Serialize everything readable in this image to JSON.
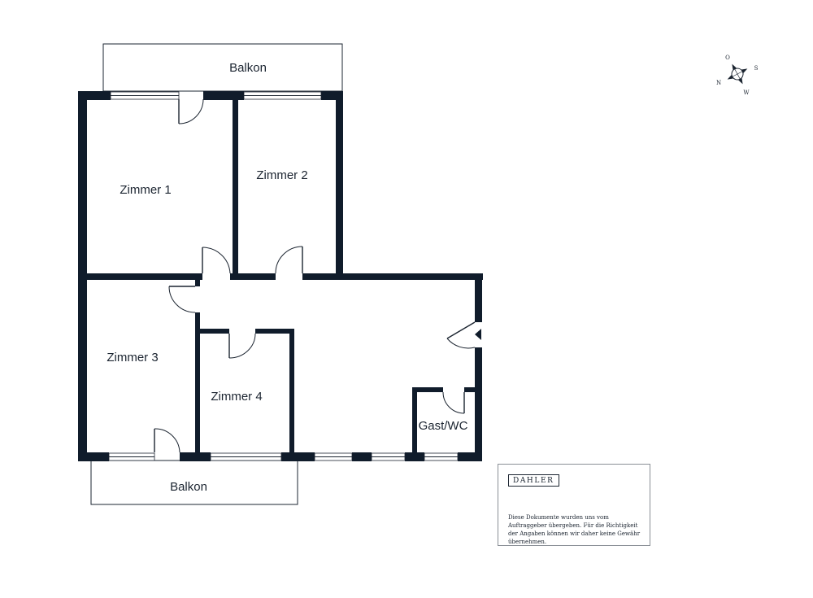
{
  "rooms": {
    "balkon_top": "Balkon",
    "balkon_bottom": "Balkon",
    "zimmer1": "Zimmer 1",
    "zimmer2": "Zimmer 2",
    "zimmer3": "Zimmer 3",
    "zimmer4": "Zimmer 4",
    "gast_wc": "Gast/WC"
  },
  "compass": {
    "north": "N",
    "east": "O",
    "south": "S",
    "west": "W"
  },
  "infobox": {
    "logo": "DAHLER",
    "disclaimer": "Diese Dokumente wurden uns vom Auftraggeber übergeben. Für die Richtigkeit der Angaben können wir daher keine Gewähr übernehmen."
  },
  "colors": {
    "wall": "#101c2b",
    "line": "#1b2430",
    "background": "#ffffff"
  }
}
